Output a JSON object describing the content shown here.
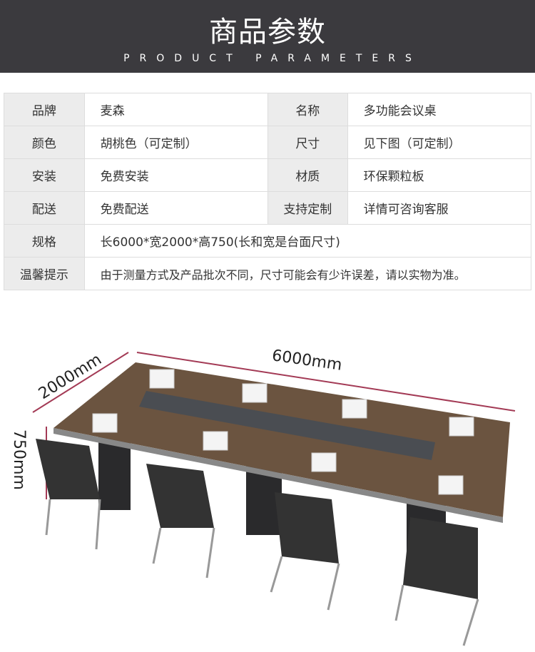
{
  "header": {
    "title": "商品参数",
    "subtitle": "PRODUCT PARAMETERS"
  },
  "params": {
    "rows": [
      {
        "l1": "品牌",
        "v1": "麦森",
        "l2": "名称",
        "v2": "多功能会议桌"
      },
      {
        "l1": "颜色",
        "v1": "胡桃色（可定制）",
        "l2": "尺寸",
        "v2": "见下图（可定制）"
      },
      {
        "l1": "安装",
        "v1": "免费安装",
        "l2": "材质",
        "v2": "环保颗粒板"
      },
      {
        "l1": "配送",
        "v1": "免费配送",
        "l2": "支持定制",
        "v2": "详情可咨询客服"
      }
    ],
    "spec": {
      "label": "规格",
      "value": "长6000*宽2000*高750(长和宽是台面尺寸)"
    },
    "tip": {
      "label": "温馨提示",
      "value": "由于测量方式及产品批次不同，尺寸可能会有少许误差，请以实物为准。"
    }
  },
  "dimensions": {
    "length": "6000mm",
    "width": "2000mm",
    "height": "750mm"
  },
  "colors": {
    "header_bg": "#3b3a3e",
    "label_bg": "#ececec",
    "dimension_line": "#a33a55",
    "wood": "#6b5440"
  }
}
